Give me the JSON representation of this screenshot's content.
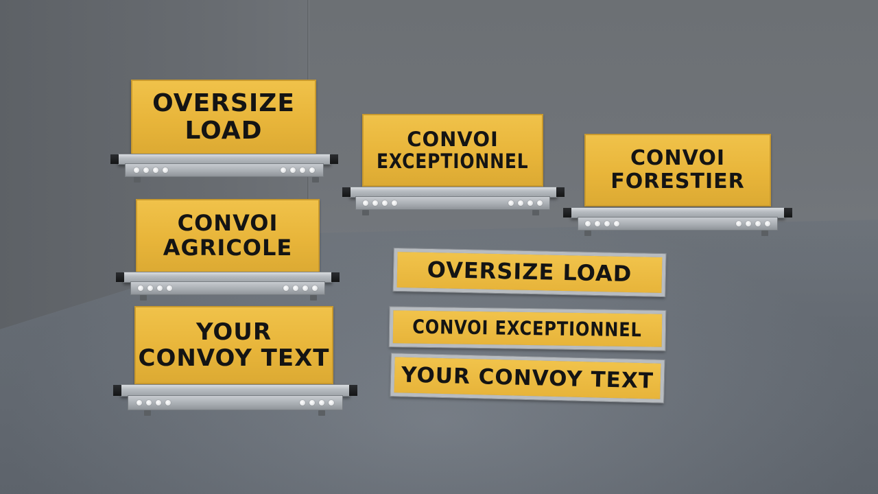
{
  "scene": {
    "colors": {
      "sign_yellow": "#e8b53a",
      "text_black": "#141414",
      "metal": "#b7bcc1",
      "wall": "#6c7074",
      "floor": "#777e86"
    }
  },
  "signs": [
    {
      "line1": "OVERSIZE",
      "line2": "LOAD"
    },
    {
      "line1": "CONVOI",
      "line2": "EXCEPTIONNEL"
    },
    {
      "line1": "CONVOI",
      "line2": "FORESTIER"
    },
    {
      "line1": "CONVOI",
      "line2": "AGRICOLE"
    },
    {
      "line1": "YOUR",
      "line2": "CONVOY TEXT"
    }
  ],
  "plates": [
    {
      "text": "OVERSIZE LOAD"
    },
    {
      "text": "CONVOI EXCEPTIONNEL"
    },
    {
      "text": "YOUR CONVOY TEXT"
    }
  ]
}
